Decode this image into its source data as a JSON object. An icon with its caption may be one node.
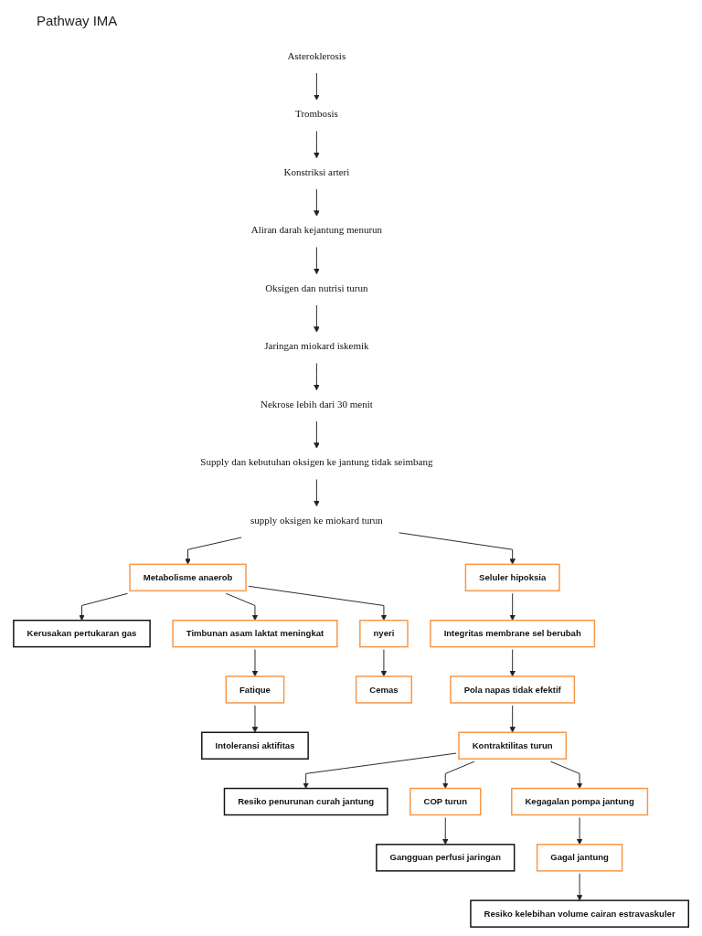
{
  "diagram": {
    "title": "Pathway IMA",
    "nodes": [
      {
        "text": [
          "Asteroklerosis"
        ]
      },
      {
        "text": [
          "Trombosis"
        ]
      },
      {
        "text": [
          "Konstriksi arteri"
        ]
      },
      {
        "text": [
          "Aliran darah kejantung menurun"
        ]
      },
      {
        "text": [
          "Oksigen dan nutrisi turun"
        ]
      },
      {
        "text": [
          "Jaringan miokard iskemik"
        ]
      },
      {
        "text": [
          "Nekrose lebih dari 30 menit"
        ]
      },
      {
        "text": [
          "Supply dan kebutuhan oksigen ke jantung tidak seimbang"
        ]
      },
      {
        "text": [
          "supply oksigen ke miokard turun"
        ]
      },
      {
        "text": [
          "Metabolisme anaerob"
        ]
      },
      {
        "text": [
          "Seluler hipoksia"
        ]
      },
      {
        "text": [
          "Kerusakan pertukaran gas"
        ]
      },
      {
        "text": [
          "Timbunan asam laktat meningkat"
        ]
      },
      {
        "text": [
          "nyeri"
        ]
      },
      {
        "text": [
          "Integritas membrane sel berubah"
        ]
      },
      {
        "text": [
          "Cemas"
        ]
      },
      {
        "text": [
          "Pola napas tidak efektif"
        ]
      },
      {
        "text": [
          "Resiko penurunan curah jantung"
        ]
      },
      {
        "text": [
          "Kontraktilitas turun"
        ]
      },
      {
        "text": [
          "Fatique"
        ]
      },
      {
        "text": [
          "Intoleransi aktifitas"
        ]
      },
      {
        "text": [
          "COP turun"
        ]
      },
      {
        "text": [
          "Kegagalan pompa jantung"
        ]
      },
      {
        "text": [
          "Gangguan perfusi jaringan"
        ]
      },
      {
        "text": [
          "Gagal jantung"
        ]
      },
      {
        "text": [
          "Resiko kelebihan volume cairan estravaskuler"
        ]
      }
    ],
    "edges": [
      {
        "from": 0,
        "to": 1,
        "arrow": "to"
      },
      {
        "from": 1,
        "to": 2,
        "arrow": "to"
      },
      {
        "from": 2,
        "to": 3,
        "arrow": "to"
      },
      {
        "from": 3,
        "to": 4,
        "arrow": "to"
      },
      {
        "from": 4,
        "to": 5,
        "arrow": "to"
      },
      {
        "from": 5,
        "to": 6,
        "arrow": "to"
      },
      {
        "from": 6,
        "to": 7,
        "arrow": "to"
      },
      {
        "from": 7,
        "to": 8,
        "arrow": "to"
      },
      {
        "from": 8,
        "to": 9,
        "arrow": "to"
      },
      {
        "from": 8,
        "to": 10,
        "arrow": "to"
      },
      {
        "from": 9,
        "to": 11,
        "arrow": "to"
      },
      {
        "from": 9,
        "to": 12,
        "arrow": "to"
      },
      {
        "from": 9,
        "to": 13,
        "arrow": "to"
      },
      {
        "from": 13,
        "to": 15,
        "arrow": "to"
      },
      {
        "from": 12,
        "to": 19,
        "arrow": "to"
      },
      {
        "from": 19,
        "to": 20,
        "arrow": "to"
      },
      {
        "from": 10,
        "to": 14,
        "arrow": "to"
      },
      {
        "from": 14,
        "to": 16,
        "arrow": "to"
      },
      {
        "from": 16,
        "to": 18,
        "arrow": "to"
      },
      {
        "from": 18,
        "to": 17,
        "arrow": "to"
      },
      {
        "from": 18,
        "to": 21,
        "arrow": "to"
      },
      {
        "from": 18,
        "to": 22,
        "arrow": "to"
      },
      {
        "from": 21,
        "to": 23,
        "arrow": "to"
      },
      {
        "from": 22,
        "to": 24,
        "arrow": "to"
      },
      {
        "from": 24,
        "to": 25,
        "arrow": "to"
      }
    ]
  }
}
